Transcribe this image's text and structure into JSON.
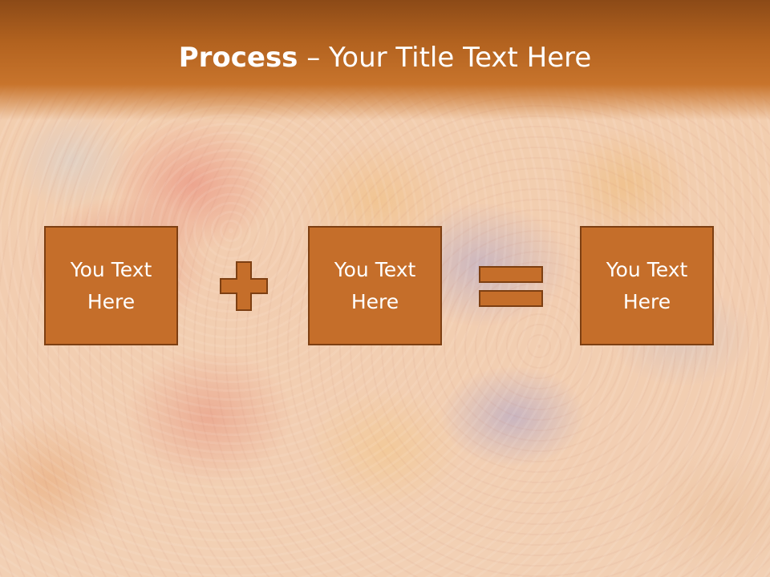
{
  "slide": {
    "title_bold": "Process",
    "title_rest": " – Your Title Text Here"
  },
  "process": {
    "boxes": [
      {
        "line1": "You Text",
        "line2": "Here"
      },
      {
        "line1": "You Text",
        "line2": "Here"
      },
      {
        "line1": "You Text",
        "line2": "Here"
      }
    ],
    "operators": [
      "plus",
      "equals"
    ]
  },
  "colors": {
    "title_bar": "#b2621f",
    "box_fill": "#c56e2a",
    "box_border": "#7d3f12",
    "text": "#ffffff"
  }
}
